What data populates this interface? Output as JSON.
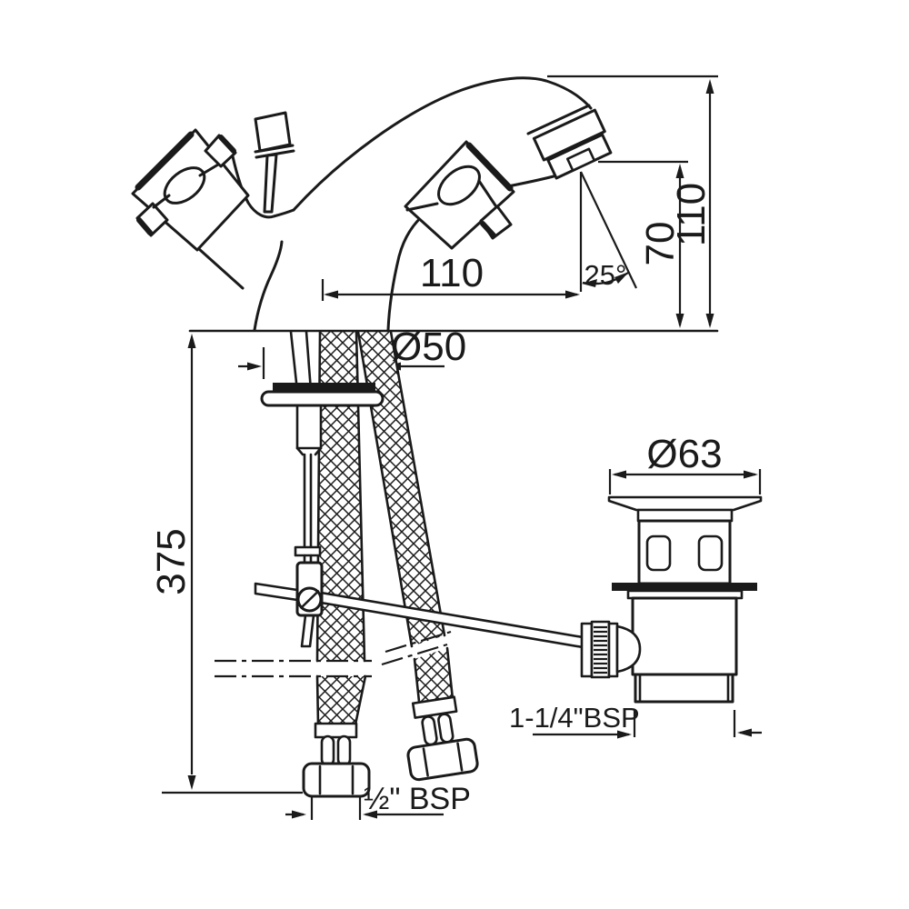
{
  "title": "Basin mixer with pop-up waste - dimensional technical drawing",
  "canvas": {
    "background": "#ffffff",
    "line_color": "#1a1a1a"
  },
  "dimensions": {
    "spout_reach": "110",
    "spout_angle": "25°",
    "outlet_height": "70",
    "total_height": "110",
    "base_diameter": "Ø50",
    "waste_flange_diameter": "Ø63",
    "hose_drop": "375",
    "waste_thread": "1-1/4\"BSP",
    "inlet_thread": "½\" BSP"
  }
}
